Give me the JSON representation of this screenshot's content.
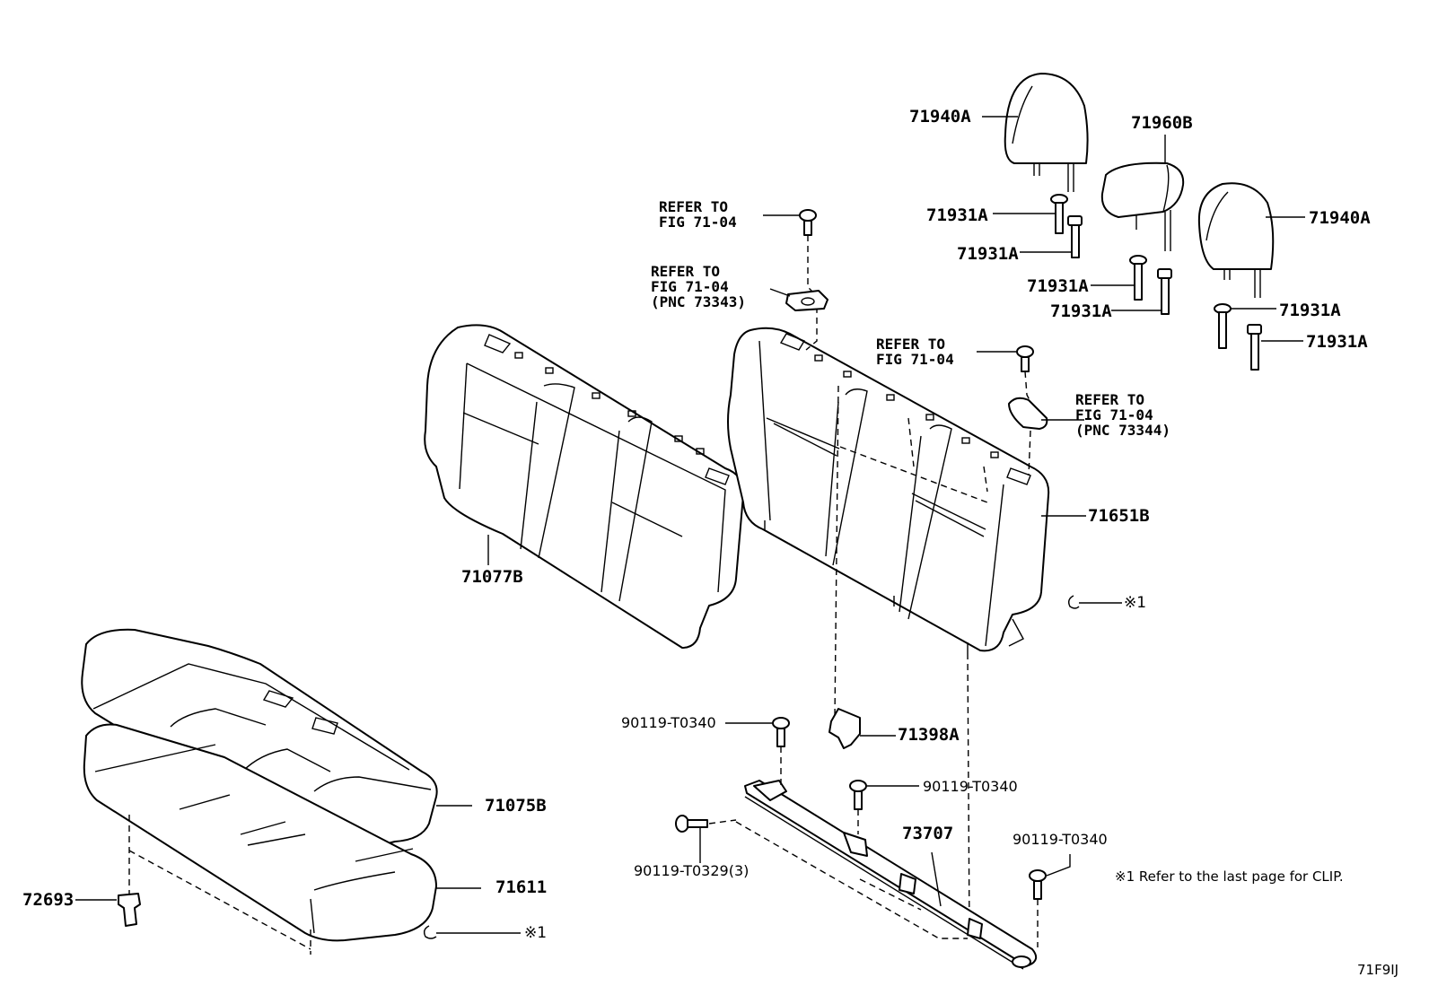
{
  "labels": {
    "headrest_left": "71940A",
    "headrest_center": "71960B",
    "headrest_right": "71940A",
    "guide_1": "71931A",
    "guide_2": "71931A",
    "guide_3": "71931A",
    "guide_4": "71931A",
    "guide_5": "71931A",
    "guide_6": "71931A",
    "back_cover": "71077B",
    "back_frame": "71651B",
    "hook": "71398A",
    "cushion_cover": "71075B",
    "cushion_frame": "71611",
    "clip_72693": "72693",
    "bracket": "73707",
    "bolt_left_upper": "90119-T0340",
    "bolt_center": "90119-T0340",
    "bolt_right": "90119-T0340",
    "bolt_left_lower": "90119-T0329(3)",
    "clip_ref_back": "※1",
    "clip_ref_cushion": "※1"
  },
  "references": {
    "ref_bolt_left": "REFER TO\nFIG 71-04",
    "ref_lock_left": "REFER TO\nFIG 71-04\n(PNC 73343)",
    "ref_bolt_right": "REFER TO\nFIG 71-04",
    "ref_lock_right": "REFER TO\nFIG 71-04\n(PNC 73344)"
  },
  "footnote": "※1  Refer to the last page for CLIP.",
  "figure_code": "71F9IJ"
}
